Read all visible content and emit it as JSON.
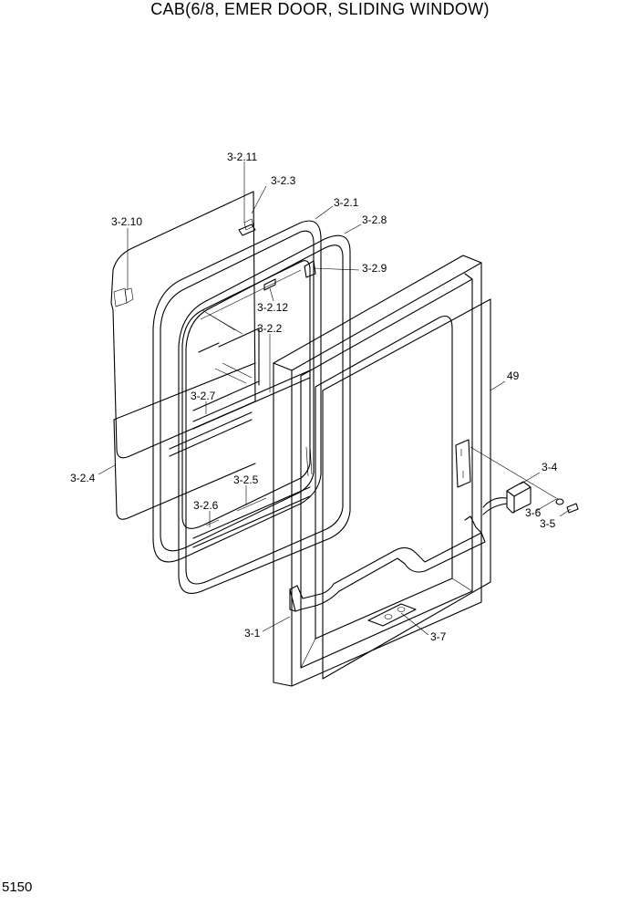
{
  "title": "CAB(6/8, EMER DOOR, SLIDING WINDOW)",
  "page_number": "5150",
  "labels": {
    "l_3_2_11": "3-2.11",
    "l_3_2_3": "3-2.3",
    "l_3_2_1": "3-2.1",
    "l_3_2_10": "3-2.10",
    "l_3_2_8": "3-2.8",
    "l_3_2_9": "3-2.9",
    "l_3_2_12": "3-2.12",
    "l_3_2_2": "3-2.2",
    "l_3_2_7": "3-2.7",
    "l_49": "49",
    "l_3_2_4": "3-2.4",
    "l_3_2_5": "3-2.5",
    "l_3_2_6": "3-2.6",
    "l_3_4": "3-4",
    "l_3_6": "3-6",
    "l_3_5": "3-5",
    "l_3_1": "3-1",
    "l_3_7": "3-7"
  }
}
